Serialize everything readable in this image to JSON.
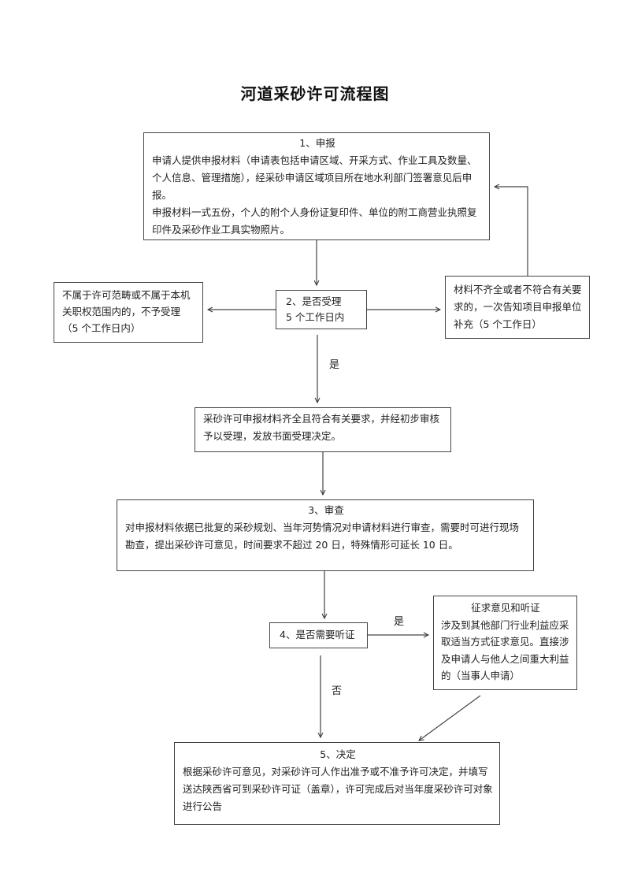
{
  "title": "河道采砂许可流程图",
  "steps": {
    "apply": {
      "heading": "1、申报",
      "paragraphs": [
        "申请人提供申报材料（申请表包括申请区域、开采方式、作业工具及数量、个人信息、管理措施），经采砂申请区域项目所在地水利部门签署意见后申报。",
        "申报材料一式五份，个人的附个人身份证复印件、单位的附工商营业执照复印件及采砂作业工具实物照片。"
      ]
    },
    "accept_decision": {
      "lines": [
        "2、是否受理",
        "5 个工作日内"
      ]
    },
    "reject": {
      "text": "不属于许可范畴或不属于本机关职权范围内的，不予受理（5 个工作日内）"
    },
    "supplement": {
      "text": "材料不齐全或者不符合有关要求的，一次告知项目申报单位补充（5 个工作日）"
    },
    "accepted": {
      "text": "采砂许可申报材料齐全且符合有关要求，并经初步审核予以受理，发放书面受理决定。"
    },
    "review": {
      "heading": "3、审查",
      "text": "对申报材料依据已批复的采砂规划、当年河势情况对申请材料进行审查，需要时可进行现场勘查，提出采砂许可意见，时间要求不超过 20 日，特殊情形可延长 10 日。"
    },
    "hearing_decision": {
      "text": "4、是否需要听证"
    },
    "hearing": {
      "heading": "征求意见和听证",
      "text": "涉及到其他部门行业利益应采取适当方式征求意见。直接涉及申请人与他人之间重大利益的（当事人申请）"
    },
    "decision": {
      "heading": "5、决定",
      "text": "根据采砂许可意见，对采砂许可人作出准予或不准予许可决定，并填写送达陕西省可到采砂许可证（盖章），许可完成后对当年度采砂许可对象进行公告"
    }
  },
  "edge_labels": {
    "accept_yes": "是",
    "hearing_yes": "是",
    "hearing_no": "否"
  }
}
